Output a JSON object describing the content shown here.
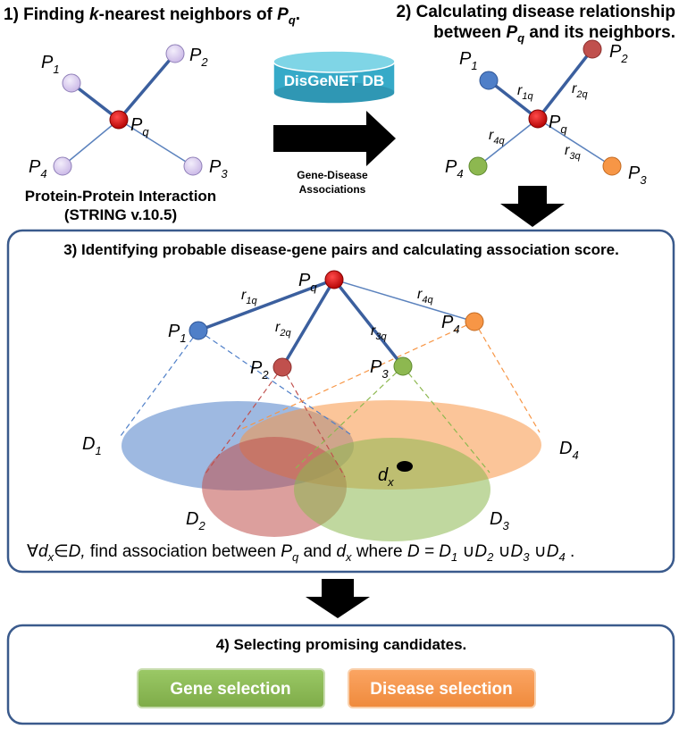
{
  "step1": {
    "number": "1) Finding ",
    "k": "k",
    "rest": "-nearest neighbors of ",
    "p": "P",
    "sub": "q",
    "end": ".",
    "caption1": "Protein-Protein Interaction",
    "caption2": "(STRING v.10.5)"
  },
  "step2": {
    "line1": "2) Calculating disease relationship",
    "line2a": "between ",
    "p": "P",
    "sub": "q",
    "line2b": " and its neighbors."
  },
  "database": {
    "label": "DisGeNET DB"
  },
  "arrow_label": {
    "line1": "Gene-Disease",
    "line2": "Associations"
  },
  "step3": {
    "title": "3) Identifying probable disease-gene pairs and calculating association score.",
    "formula": {
      "forall": "∀",
      "d": "d",
      "dsub": "x",
      "in": "∈",
      "D": "D,",
      "text1": " find association between ",
      "P": "P",
      "Psub": "q",
      "and": " and ",
      "d2": "d",
      "d2sub": "x",
      "where": "  where  ",
      "eq": "D = ",
      "D1": "D",
      "s1": "1",
      "u": " ∪",
      "D2": "D",
      "s2": "2",
      "D3": "D",
      "s3": "3",
      "D4": "D",
      "s4": "4",
      "end": " ."
    }
  },
  "step4": {
    "title": "4) Selecting promising candidates.",
    "gene_button": "Gene selection",
    "disease_button": "Disease selection"
  },
  "labels": {
    "P": "P",
    "q": "q",
    "one": "1",
    "two": "2",
    "three": "3",
    "four": "4",
    "r": "r",
    "r1": "1q",
    "r2": "2q",
    "r3": "3q",
    "r4": "4q",
    "D": "D",
    "d": "d",
    "x": "x"
  },
  "colors": {
    "p1": "#4f7fc8",
    "p2": "#c0504d",
    "p3": "#8db850",
    "p4": "#f79646",
    "pq": "#cc0000",
    "purple": "#d4c4ec",
    "frame": "#3a5a8c",
    "db_top": "#6fcfe0",
    "db_body": "#36aac8",
    "gene_btn": "#8bbb55",
    "disease_btn": "#f79646"
  }
}
